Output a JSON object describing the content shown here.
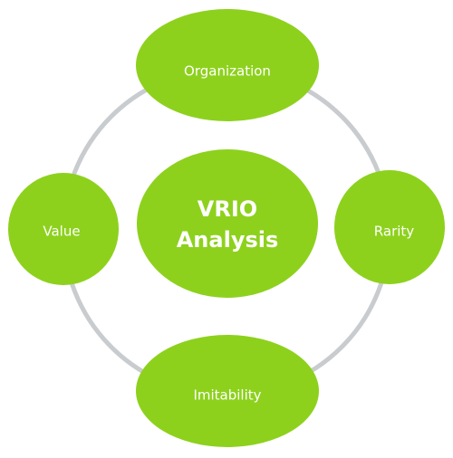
{
  "colors": {
    "node_fill": "#8dd11d",
    "ring": "#c9cccf",
    "label_text": "#ffffff"
  },
  "center": {
    "line1": "VRIO",
    "line2": "Analysis"
  },
  "nodes": {
    "top": "Organization",
    "right": "Rarity",
    "bottom": "Imitability",
    "left": "Value"
  }
}
